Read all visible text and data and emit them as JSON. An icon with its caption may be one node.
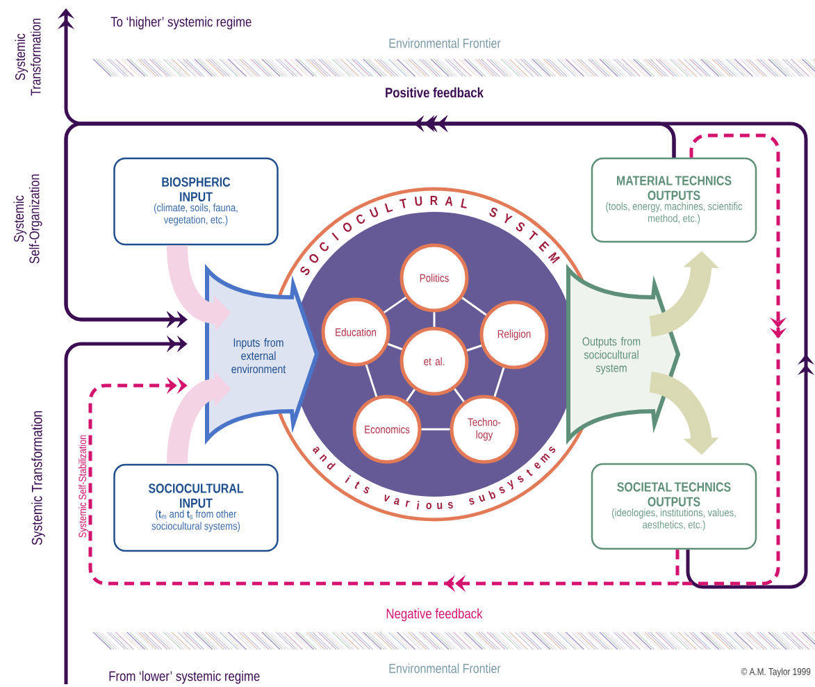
{
  "diagram": {
    "nodes": [
      {
        "text": [
          "BIOSPHERIC INPUT",
          "(climate, soils, fauna, vegetation, etc.)"
        ]
      },
      {
        "text": [
          "SOCIOCULTURAL INPUT",
          "(**t**$_{m}$ and **t**$_{s}$ from other sociocultural systems)"
        ]
      },
      {
        "text": [
          "Inputs from external environment"
        ]
      },
      {
        "text": [
          "SOCIOCULTURAL SYSTEM",
          "and its various subsystems"
        ]
      },
      {
        "text": [
          "Politics"
        ],
        "in": 3
      },
      {
        "text": [
          "Education"
        ],
        "in": 3
      },
      {
        "text": [
          "Religion"
        ],
        "in": 3
      },
      {
        "text": [
          "et al."
        ],
        "in": 3
      },
      {
        "text": [
          "Economics"
        ],
        "in": 3
      },
      {
        "text": [
          "Techno-logy"
        ],
        "in": 3
      },
      {
        "text": [
          "Outputs from sociocultural system"
        ]
      },
      {
        "text": [
          "MATERIAL TECHNICS OUTPUTS",
          "(tools, energy, machines, scientific method, etc.)"
        ]
      },
      {
        "text": [
          "SOCIETAL TECHNICS OUTPUTS",
          "(ideologies, institutions, values, aesthetics, etc.)"
        ]
      }
    ],
    "edges": [
      {
        "from": 0,
        "to": 2,
        "arrow": "to",
        "style": "thick",
        "color": "#f3d3e4"
      },
      {
        "from": 1,
        "to": 2,
        "arrow": "to",
        "style": "thick",
        "color": "#f3d3e4"
      },
      {
        "from": 10,
        "to": 11,
        "arrow": "to",
        "style": "thick",
        "color": "#d9d9b3"
      },
      {
        "from": 10,
        "to": 12,
        "arrow": "to",
        "style": "thick",
        "color": "#d9d9b3"
      },
      {
        "from": 4,
        "to": 6,
        "arrow": "none",
        "color": "#ffffff"
      },
      {
        "from": 6,
        "to": 9,
        "arrow": "none",
        "color": "#ffffff"
      },
      {
        "from": 9,
        "to": 8,
        "arrow": "none",
        "color": "#ffffff"
      },
      {
        "from": 8,
        "to": 5,
        "arrow": "none",
        "color": "#ffffff"
      },
      {
        "from": 5,
        "to": 4,
        "arrow": "none",
        "color": "#ffffff"
      },
      {
        "from": 7,
        "to": 4,
        "arrow": "none",
        "color": "#ffffff"
      },
      {
        "from": 7,
        "to": 5,
        "arrow": "none",
        "color": "#ffffff"
      },
      {
        "from": 7,
        "to": 6,
        "arrow": "none",
        "color": "#ffffff"
      },
      {
        "from": 7,
        "to": 8,
        "arrow": "none",
        "color": "#ffffff"
      },
      {
        "from": 7,
        "to": 9,
        "arrow": "none",
        "color": "#ffffff"
      },
      {
        "from": 11,
        "to": 2,
        "arrow": "to",
        "label": "Positive feedback",
        "color": "#3b0d52"
      },
      {
        "from": 12,
        "to": 2,
        "arrow": "to",
        "color": "#3b0d52"
      },
      {
        "from": 11,
        "to": null,
        "arrow": "to",
        "color": "#3b0d52"
      },
      {
        "from": null,
        "to": 2,
        "arrow": "to",
        "color": "#3b0d52"
      },
      {
        "from": 11,
        "to": 2,
        "arrow": "to",
        "style": "dashed",
        "color": "#d4136f"
      },
      {
        "from": 12,
        "to": 2,
        "arrow": "to",
        "style": "dashed",
        "color": "#d4136f",
        "label": "Negative feedback"
      }
    ],
    "labels": [
      "To ‘higher’ systemic regime",
      "Environmental Frontier",
      "Systemic Transformation",
      "Systemic Self-Organization",
      "Systemic Transformation",
      "Systemic Self-Stabilization",
      "Environmental Frontier",
      "From ‘lower’ systemic regime",
      "© A.M. Taylor 1999"
    ]
  }
}
